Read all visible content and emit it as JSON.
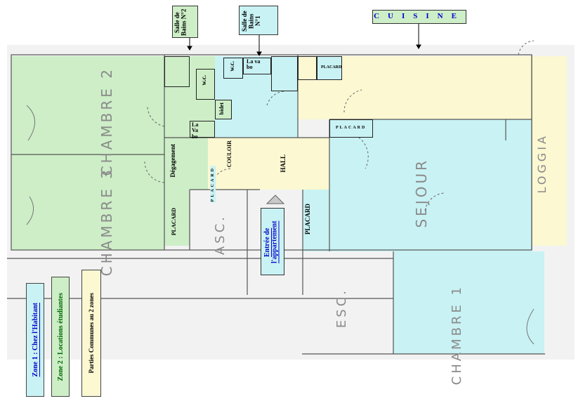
{
  "callouts": {
    "salle_bains_2": "Salle de Bains N°2",
    "salle_bains_1": "Salle de Bains N°1",
    "cuisine": "CUISINE"
  },
  "rooms": {
    "chambre2": "CHAMBRE 2",
    "chambre3": "CHAMBRE 3",
    "wc_small": "w.c.",
    "wc_main": "w.c.",
    "lavabo_1": "La va bo",
    "lavabo_2": "La Va bo",
    "bidet": "bidet",
    "placard_kitchen": "PLACARD",
    "placard_hall": "PLACARD",
    "placard_left": "PLACARD",
    "placard_right": "PLACARD",
    "placard_couloir": "PLACARD",
    "degagement": "Dégagement",
    "couloir": "COULOIR",
    "hall": "HALL",
    "asc": "ASC.",
    "entree": "Entrée de l'appartement",
    "sejour": "SEJOUR",
    "loggia": "LOGGIA",
    "esc": "ESC.",
    "chambre1": "CHAMBRE 1"
  },
  "legend": {
    "zone1": "Zone 1 : Chez l'Habitant",
    "zone2": "Zone 2 : Locations étudiantes",
    "common": "Parties Communes au 2 zones"
  },
  "colors": {
    "zone1": "#c9f2f4",
    "zone2": "#cdeec7",
    "common": "#fbf8d2",
    "zone1_text": "#0000cc",
    "zone2_text": "#006600"
  }
}
